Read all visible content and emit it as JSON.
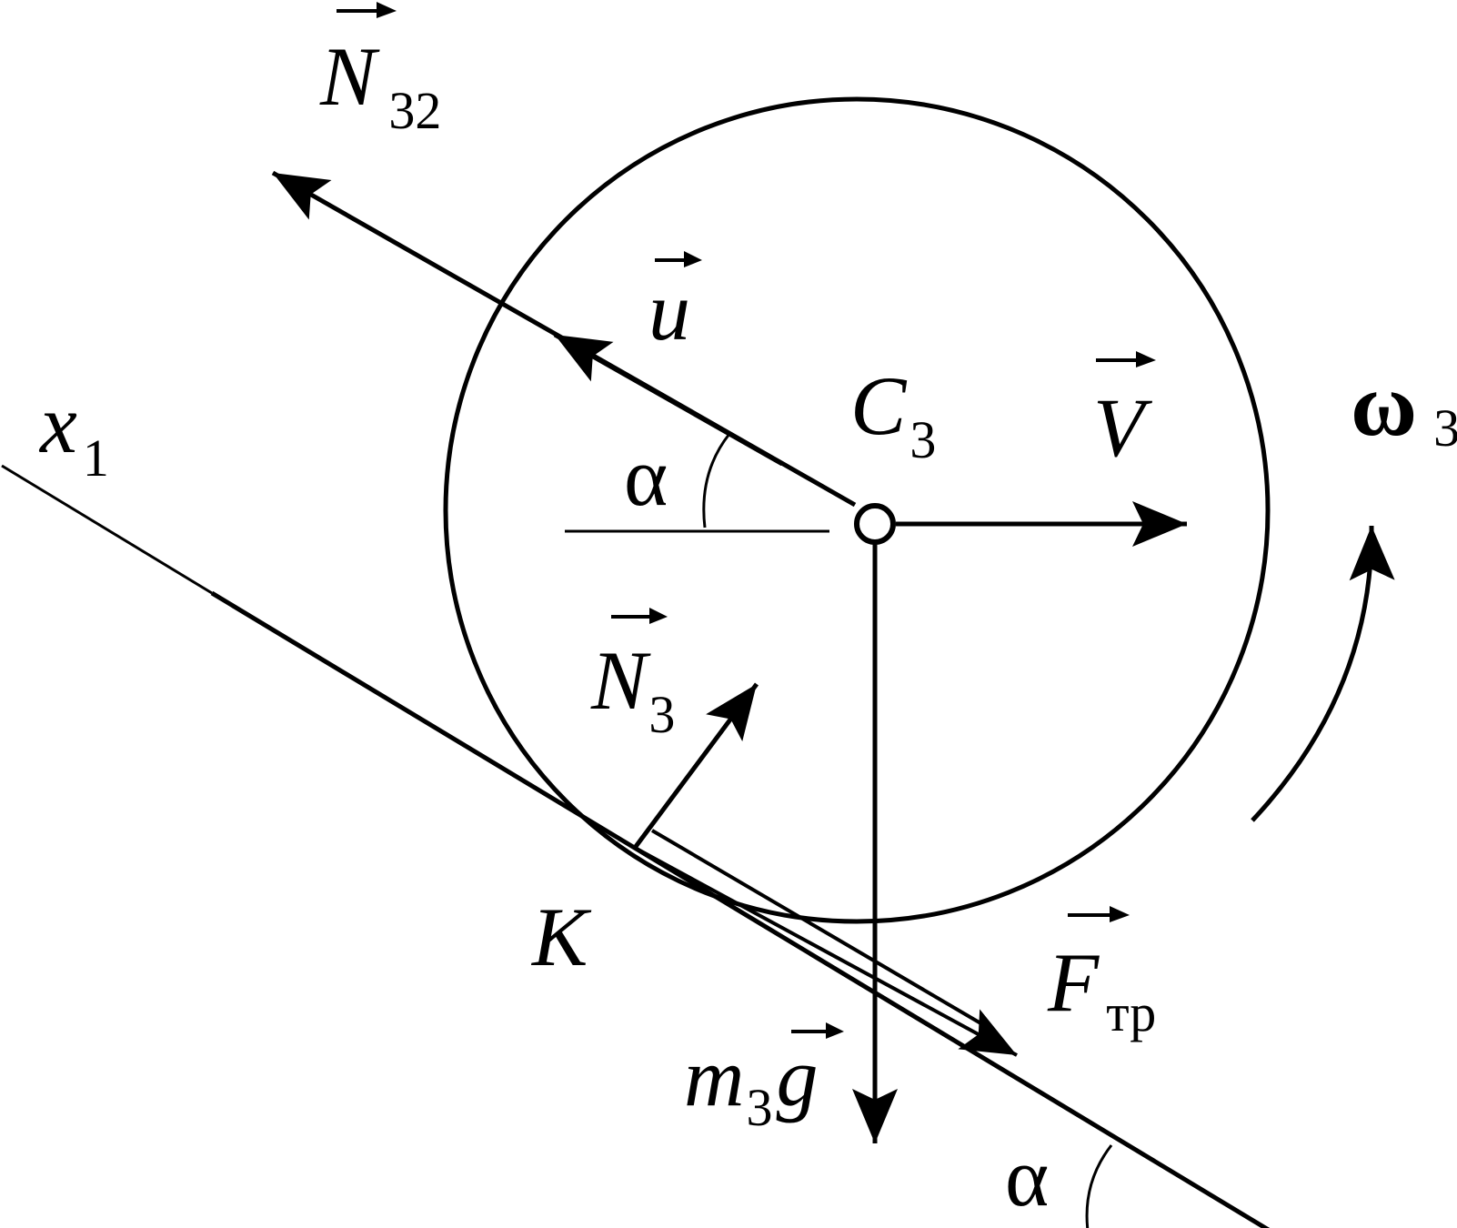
{
  "colors": {
    "ink": "#000000",
    "background": "#ffffff"
  },
  "labels": {
    "n32": {
      "main": "N",
      "sub": "32"
    },
    "u": {
      "main": "u"
    },
    "c3": {
      "main": "C",
      "sub": "3"
    },
    "v": {
      "main": "V"
    },
    "omega3": {
      "main": "ω",
      "sub": "3"
    },
    "x1": {
      "main": "x",
      "sub": "1"
    },
    "alpha_top": "α",
    "n3": {
      "main": "N",
      "sub": "3"
    },
    "k": "K",
    "ftr": {
      "main": "F",
      "sub": "тр"
    },
    "m3g": {
      "main": "m",
      "sub": "3",
      "main2": "g"
    },
    "alpha_bottom": "α"
  }
}
